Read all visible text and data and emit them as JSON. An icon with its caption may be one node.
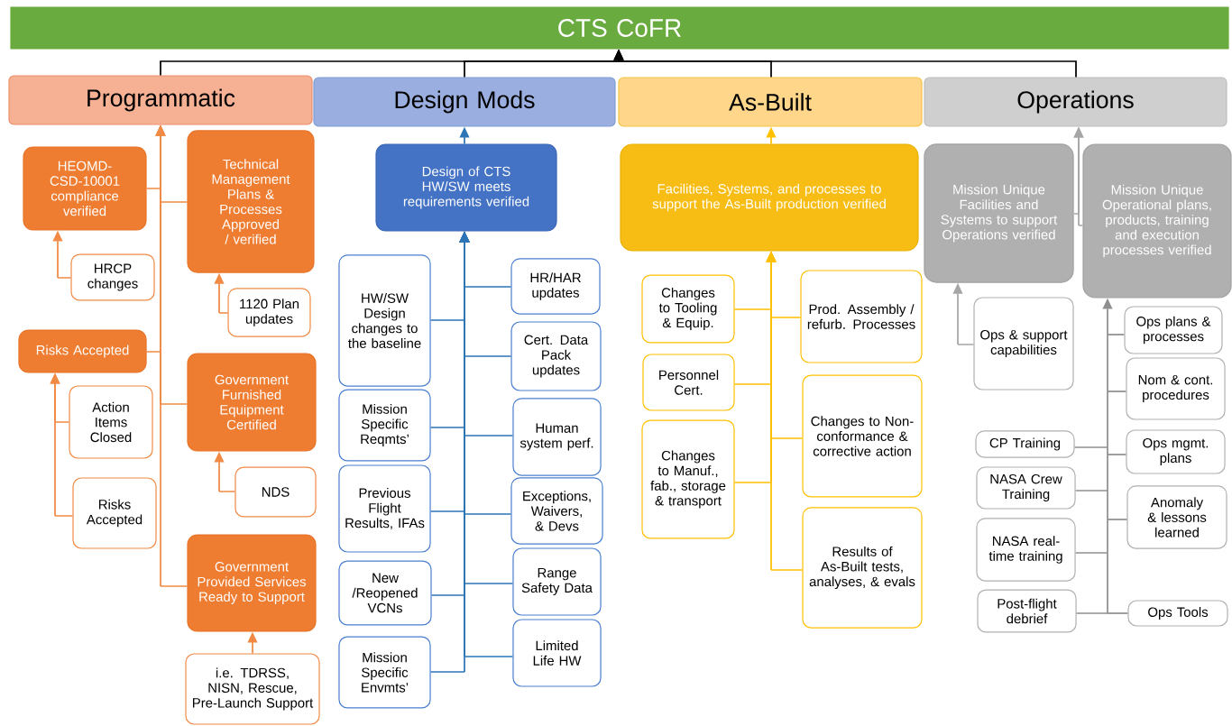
{
  "diagram": {
    "nodes": [
      {
        "text": [
          "CTS CoFR"
        ]
      },
      {
        "text": [
          "Programmatic"
        ]
      },
      {
        "text": [
          "Design Mods"
        ]
      },
      {
        "text": [
          "As-Built"
        ]
      },
      {
        "text": [
          "Operations"
        ]
      },
      {
        "text": [
          "HEOMD-CSD-10001 compliance verified"
        ]
      },
      {
        "text": [
          "Technical Management Plans & Processes Approved / verified"
        ]
      },
      {
        "text": [
          "HRCP changes"
        ]
      },
      {
        "text": [
          "1120 Plan updates"
        ]
      },
      {
        "text": [
          "Risks Accepted"
        ]
      },
      {
        "text": [
          "Government Furnished Equipment Certified"
        ]
      },
      {
        "text": [
          "Action Items Closed"
        ]
      },
      {
        "text": [
          "Risks Accepted"
        ]
      },
      {
        "text": [
          "NDS"
        ]
      },
      {
        "text": [
          "Government Provided Services Ready to Support"
        ]
      },
      {
        "text": [
          "i.e. TDRSS, NISN, Rescue, Pre-Launch Support"
        ]
      },
      {
        "text": [
          "Design of CTS HW/SW meets requirements verified"
        ]
      },
      {
        "text": [
          "HW/SW Design changes to the baseline"
        ]
      },
      {
        "text": [
          "HR/HAR updates"
        ]
      },
      {
        "text": [
          "Cert. Data Pack updates"
        ]
      },
      {
        "text": [
          "Mission Specific Reqmts’"
        ]
      },
      {
        "text": [
          "Human system perf."
        ]
      },
      {
        "text": [
          "Previous Flight Results, IFAs"
        ]
      },
      {
        "text": [
          "Exceptions, Waivers, & Devs"
        ]
      },
      {
        "text": [
          "New /Reopened VCNs"
        ]
      },
      {
        "text": [
          "Range Safety Data"
        ]
      },
      {
        "text": [
          "Mission Specific Envmts’"
        ]
      },
      {
        "text": [
          "Limited Life HW"
        ]
      },
      {
        "text": [
          "Facilities, Systems, and processes to support the As-Built production verified"
        ]
      },
      {
        "text": [
          "Changes to Tooling & Equip."
        ]
      },
      {
        "text": [
          "Prod. Assembly / refurb. Processes"
        ]
      },
      {
        "text": [
          "Personnel Cert."
        ]
      },
      {
        "text": [
          "Changes to Non-conformance & corrective action"
        ]
      },
      {
        "text": [
          "Changes to Manuf., fab., storage & transport"
        ]
      },
      {
        "text": [
          "Results of As-Built tests, analyses, & evals"
        ]
      },
      {
        "text": [
          "Mission Unique Facilities and Systems to support Operations verified"
        ]
      },
      {
        "text": [
          "Mission Unique Operational plans, products, training and execution processes verified"
        ]
      },
      {
        "text": [
          "Ops & support capabilities"
        ]
      },
      {
        "text": [
          "Ops plans & processes"
        ]
      },
      {
        "text": [
          "Nom & cont. procedures"
        ]
      },
      {
        "text": [
          "CP Training"
        ]
      },
      {
        "text": [
          "Ops mgmt. plans"
        ]
      },
      {
        "text": [
          "NASA Crew Training"
        ]
      },
      {
        "text": [
          "Anomaly & lessons learned"
        ]
      },
      {
        "text": [
          "NASA real-time training"
        ]
      },
      {
        "text": [
          "Post-flight debrief"
        ]
      },
      {
        "text": [
          "Ops Tools"
        ]
      }
    ],
    "edges": [
      {
        "from": 1,
        "to": 0,
        "arrow": "to",
        "color": "#000000"
      },
      {
        "from": 2,
        "to": 0,
        "arrow": "to",
        "color": "#000000"
      },
      {
        "from": 3,
        "to": 0,
        "arrow": "to",
        "color": "#000000"
      },
      {
        "from": 4,
        "to": 0,
        "arrow": "to",
        "color": "#000000"
      },
      {
        "from": 5,
        "to": 1,
        "arrow": "to",
        "color": "#f08a45"
      },
      {
        "from": 6,
        "to": 1,
        "arrow": "to",
        "color": "#f08a45"
      },
      {
        "from": 9,
        "to": 1,
        "arrow": "to",
        "color": "#f08a45"
      },
      {
        "from": 10,
        "to": 1,
        "arrow": "to",
        "color": "#f08a45"
      },
      {
        "from": 14,
        "to": 1,
        "arrow": "to",
        "color": "#f08a45"
      },
      {
        "from": 7,
        "to": 5,
        "arrow": "to",
        "color": "#f08a45"
      },
      {
        "from": 8,
        "to": 6,
        "arrow": "to",
        "color": "#f08a45"
      },
      {
        "from": 11,
        "to": 9,
        "arrow": "to",
        "color": "#f08a45"
      },
      {
        "from": 12,
        "to": 9,
        "arrow": "to",
        "color": "#f08a45"
      },
      {
        "from": 13,
        "to": 10,
        "arrow": "to",
        "color": "#f08a45"
      },
      {
        "from": 15,
        "to": 14,
        "arrow": "to",
        "color": "#f08a45"
      },
      {
        "from": 16,
        "to": 2,
        "arrow": "to",
        "color": "#2e75b6"
      },
      {
        "from": 17,
        "to": 16,
        "arrow": "to",
        "color": "#2e75b6"
      },
      {
        "from": 18,
        "to": 16,
        "arrow": "to",
        "color": "#2e75b6"
      },
      {
        "from": 19,
        "to": 16,
        "arrow": "to",
        "color": "#2e75b6"
      },
      {
        "from": 20,
        "to": 16,
        "arrow": "to",
        "color": "#2e75b6"
      },
      {
        "from": 21,
        "to": 16,
        "arrow": "to",
        "color": "#2e75b6"
      },
      {
        "from": 22,
        "to": 16,
        "arrow": "to",
        "color": "#2e75b6"
      },
      {
        "from": 23,
        "to": 16,
        "arrow": "to",
        "color": "#2e75b6"
      },
      {
        "from": 24,
        "to": 16,
        "arrow": "to",
        "color": "#2e75b6"
      },
      {
        "from": 25,
        "to": 16,
        "arrow": "to",
        "color": "#2e75b6"
      },
      {
        "from": 26,
        "to": 16,
        "arrow": "to",
        "color": "#2e75b6"
      },
      {
        "from": 27,
        "to": 16,
        "arrow": "to",
        "color": "#2e75b6"
      },
      {
        "from": 28,
        "to": 3,
        "arrow": "to",
        "color": "#ffc000"
      },
      {
        "from": 29,
        "to": 28,
        "arrow": "to",
        "color": "#ffc000"
      },
      {
        "from": 30,
        "to": 28,
        "arrow": "to",
        "color": "#ffc000"
      },
      {
        "from": 31,
        "to": 28,
        "arrow": "to",
        "color": "#ffc000"
      },
      {
        "from": 32,
        "to": 28,
        "arrow": "to",
        "color": "#ffc000"
      },
      {
        "from": 33,
        "to": 28,
        "arrow": "to",
        "color": "#ffc000"
      },
      {
        "from": 34,
        "to": 28,
        "arrow": "to",
        "color": "#ffc000"
      },
      {
        "from": 35,
        "to": 4,
        "arrow": "to",
        "color": "#a6a6a6"
      },
      {
        "from": 36,
        "to": 4,
        "arrow": "to",
        "color": "#a6a6a6"
      },
      {
        "from": 37,
        "to": 35,
        "arrow": "to",
        "color": "#a6a6a6"
      },
      {
        "from": 38,
        "to": 36,
        "arrow": "to",
        "color": "#8f8f8f"
      },
      {
        "from": 39,
        "to": 36,
        "arrow": "to",
        "color": "#8f8f8f"
      },
      {
        "from": 40,
        "to": 36,
        "arrow": "to",
        "color": "#8f8f8f"
      },
      {
        "from": 41,
        "to": 36,
        "arrow": "to",
        "color": "#8f8f8f"
      },
      {
        "from": 42,
        "to": 36,
        "arrow": "to",
        "color": "#8f8f8f"
      },
      {
        "from": 43,
        "to": 36,
        "arrow": "to",
        "color": "#8f8f8f"
      },
      {
        "from": 44,
        "to": 36,
        "arrow": "to",
        "color": "#8f8f8f"
      },
      {
        "from": 45,
        "to": 36,
        "arrow": "to",
        "color": "#8f8f8f"
      },
      {
        "from": 46,
        "to": 36,
        "arrow": "to",
        "color": "#8f8f8f"
      }
    ]
  }
}
